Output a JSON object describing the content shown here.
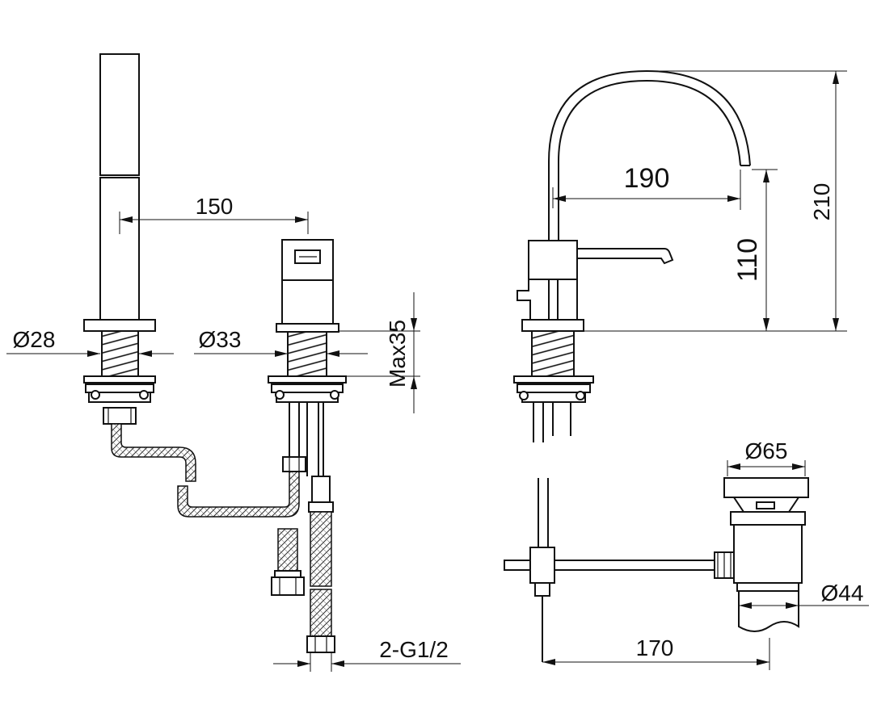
{
  "dimensions": {
    "hand_shower_diameter": "Ø28",
    "mixer_diameter": "Ø33",
    "spacing": "150",
    "max_deck_thickness": "Max35",
    "connection": "2-G1/2",
    "spout_reach": "190",
    "spout_clearance": "110",
    "total_height": "210",
    "waste_head_diameter": "Ø65",
    "waste_body_diameter": "Ø44",
    "pull_rod_length": "170"
  }
}
